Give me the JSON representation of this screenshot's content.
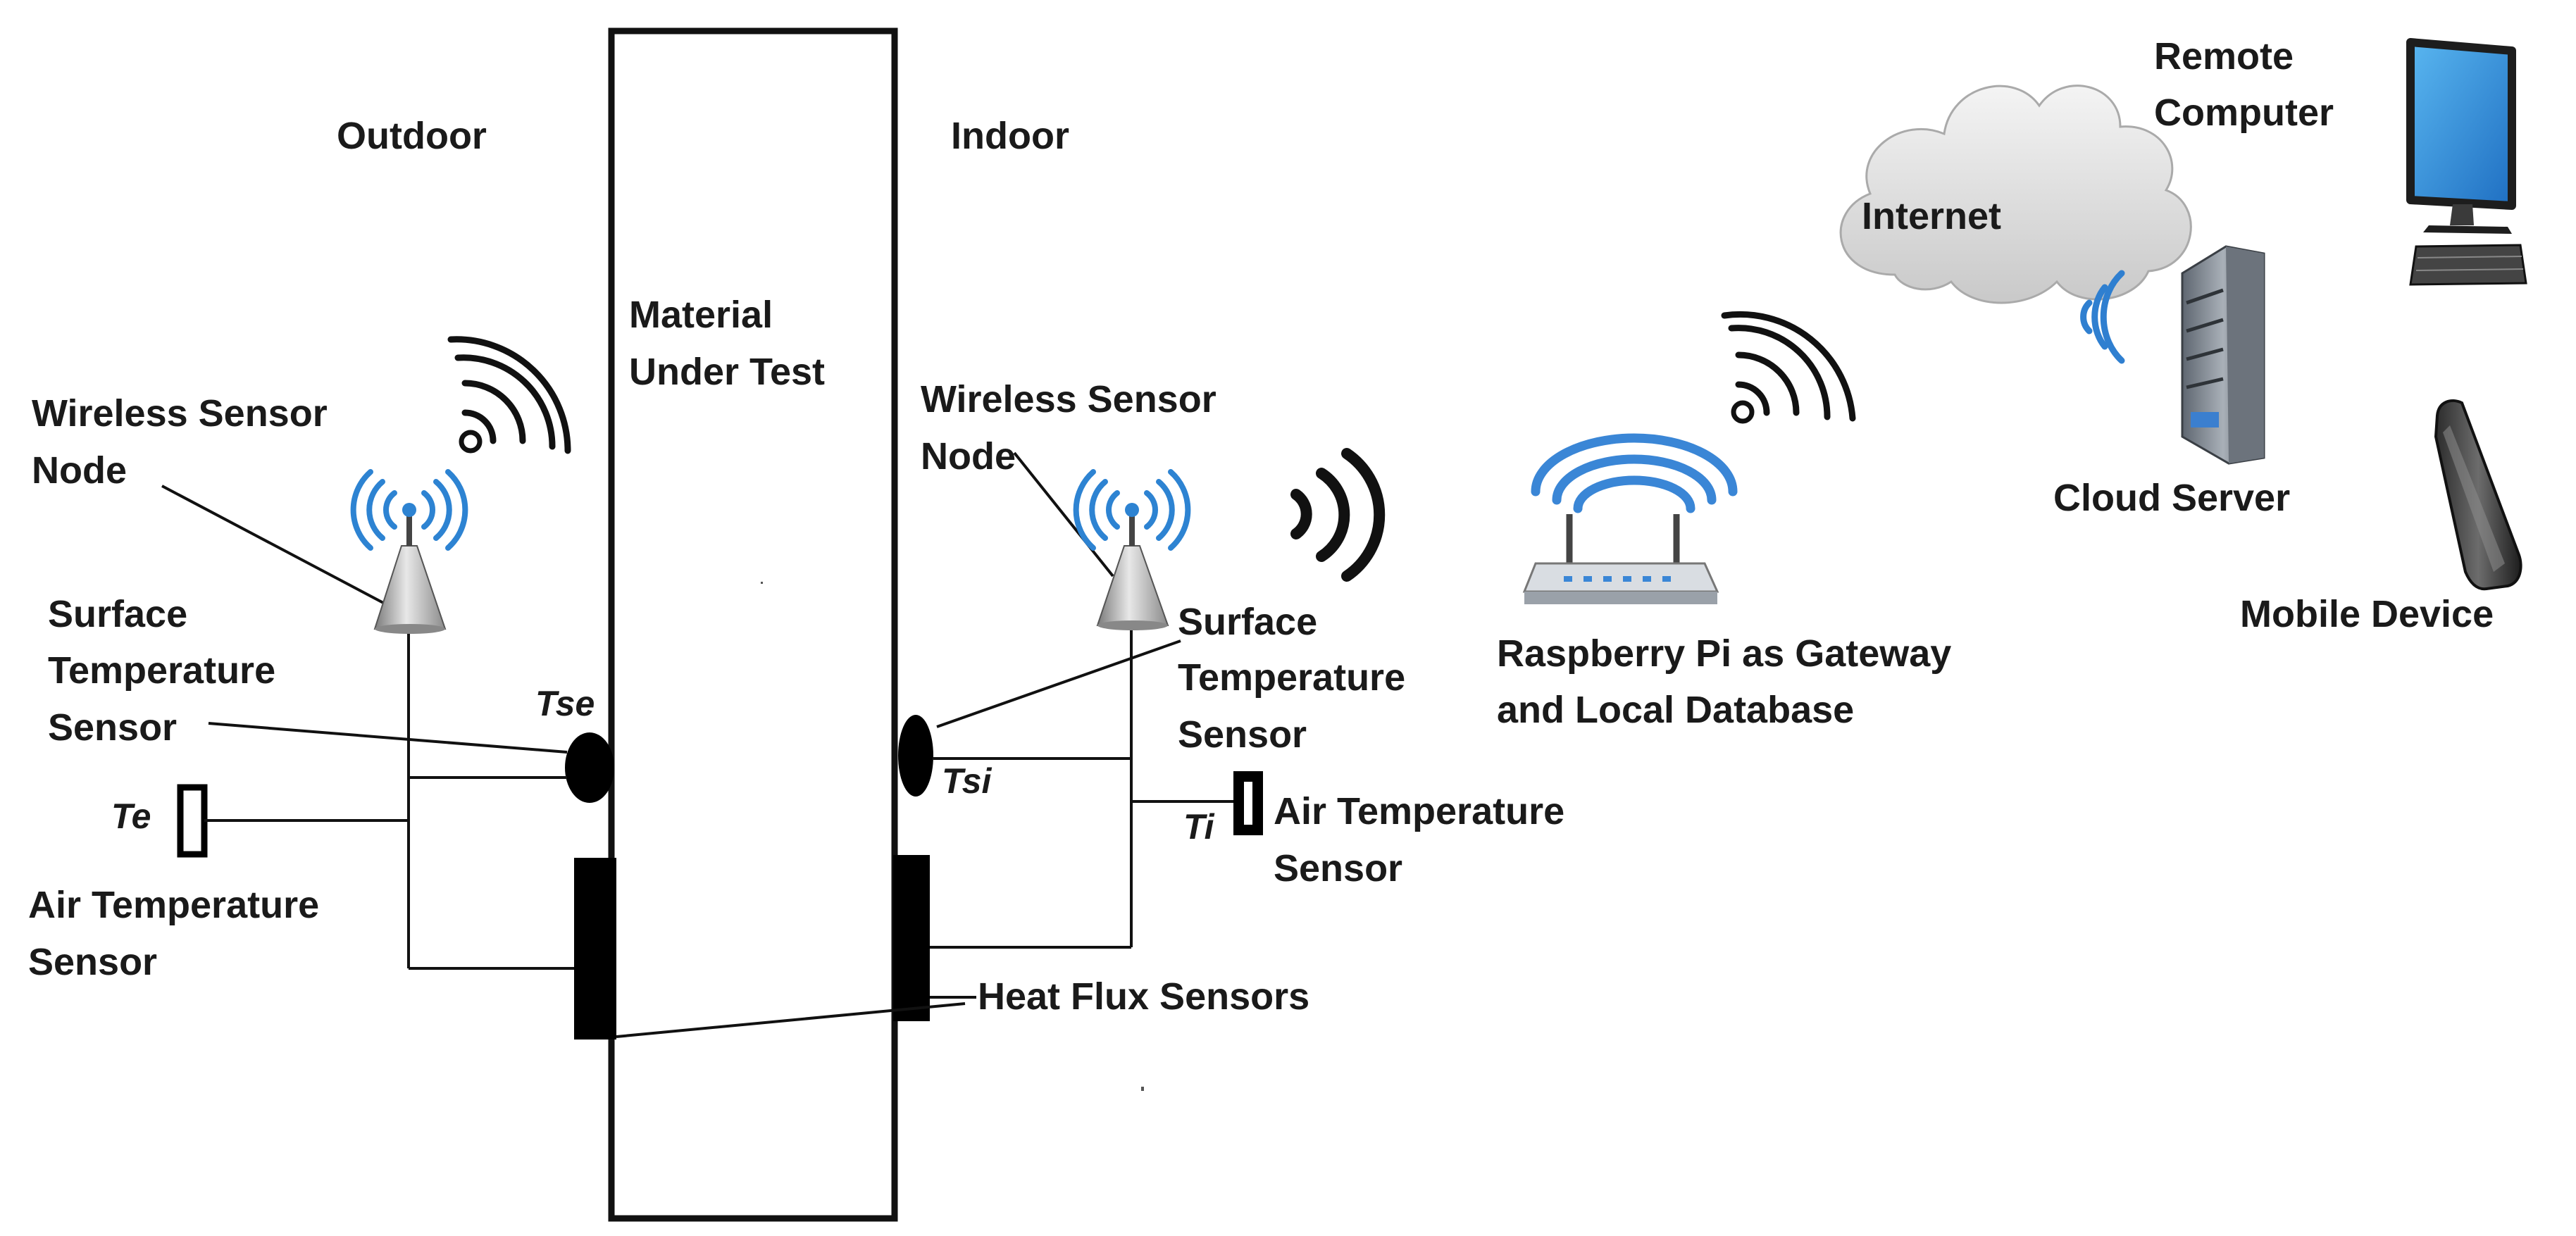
{
  "regions": {
    "outdoor": "Outdoor",
    "indoor": "Indoor"
  },
  "material": {
    "line1": "Material",
    "line2": "Under Test"
  },
  "wireless_node_left": {
    "line1": "Wireless Sensor",
    "line2": "Node"
  },
  "wireless_node_right": {
    "line1": "Wireless Sensor",
    "line2": "Node"
  },
  "surface_sensor_left": {
    "line1": "Surface",
    "line2": "Temperature",
    "line3": "Sensor"
  },
  "surface_sensor_right": {
    "line1": "Surface",
    "line2": "Temperature",
    "line3": "Sensor"
  },
  "air_sensor_left": {
    "line1": "Air Temperature",
    "line2": "Sensor"
  },
  "air_sensor_right": {
    "line1": "Air Temperature",
    "line2": "Sensor"
  },
  "heat_flux": "Heat Flux Sensors",
  "symbols": {
    "tse": "Tse",
    "tsi": "Tsi",
    "te": "Te",
    "ti": "Ti"
  },
  "gateway": {
    "line1": "Raspberry Pi as Gateway",
    "line2": "and Local Database"
  },
  "internet": "Internet",
  "cloud_server": "Cloud Server",
  "remote_computer": {
    "line1": "Remote",
    "line2": "Computer"
  },
  "mobile_device": "Mobile Device",
  "icons": [
    "antenna-icon",
    "wifi-signal-icon",
    "router-icon",
    "cloud-icon",
    "server-icon",
    "monitor-icon",
    "mobile-phone-icon"
  ]
}
